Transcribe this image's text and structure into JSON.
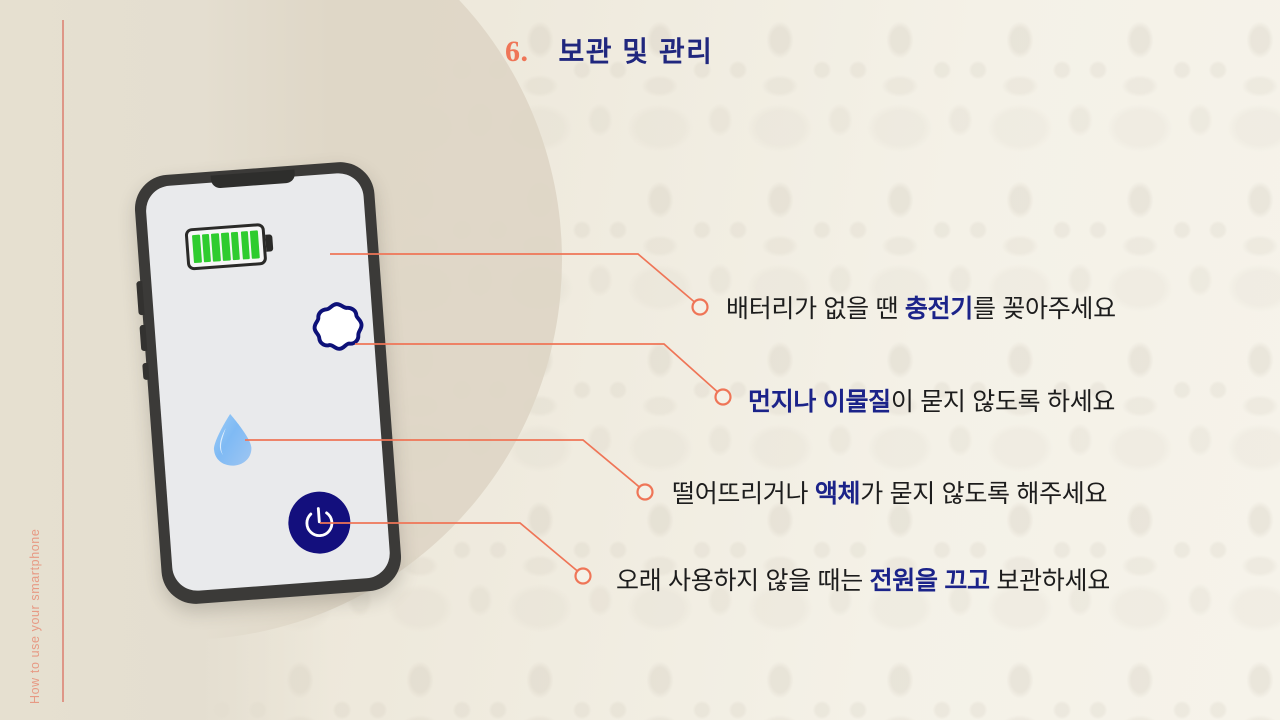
{
  "slide": {
    "title_number": "6.",
    "title": "보관 및 관리",
    "side_caption": "How to use your smartphone",
    "colors": {
      "accent_coral": "#ef7557",
      "title_navy": "#20277e",
      "bullet_highlight": "#1b2389",
      "background": "#f2ede1",
      "circle": "#ded6c6",
      "battery_green": "#2ecc2e",
      "power_navy": "#130f7d"
    }
  },
  "phone": {
    "screen_icons": [
      {
        "name": "battery-icon",
        "bars": 7,
        "state": "full"
      },
      {
        "name": "dust-blob-icon"
      },
      {
        "name": "water-droplet-icon"
      },
      {
        "name": "power-button-icon"
      }
    ]
  },
  "bullets": [
    {
      "id": "charger",
      "pre": "배터리가 없을 땐 ",
      "strong": "충전기",
      "post": "를 꽂아주세요",
      "full": "배터리가 없을 땐 충전기를 꽂아주세요"
    },
    {
      "id": "dust",
      "pre": "",
      "strong": "먼지나 이물질",
      "post": "이 묻지 않도록 하세요",
      "full": "먼지나 이물질이 묻지 않도록 하세요"
    },
    {
      "id": "liquid",
      "pre": "떨어뜨리거나 ",
      "strong": "액체",
      "post": "가 묻지 않도록 해주세요",
      "full": "떨어뜨리거나 액체가 묻지 않도록 해주세요"
    },
    {
      "id": "power-off",
      "pre": "오래 사용하지 않을 때는 ",
      "strong": "전원을 끄고",
      "post": " 보관하세요",
      "full": "오래 사용하지 않을 때는 전원을 끄고 보관하세요"
    }
  ]
}
